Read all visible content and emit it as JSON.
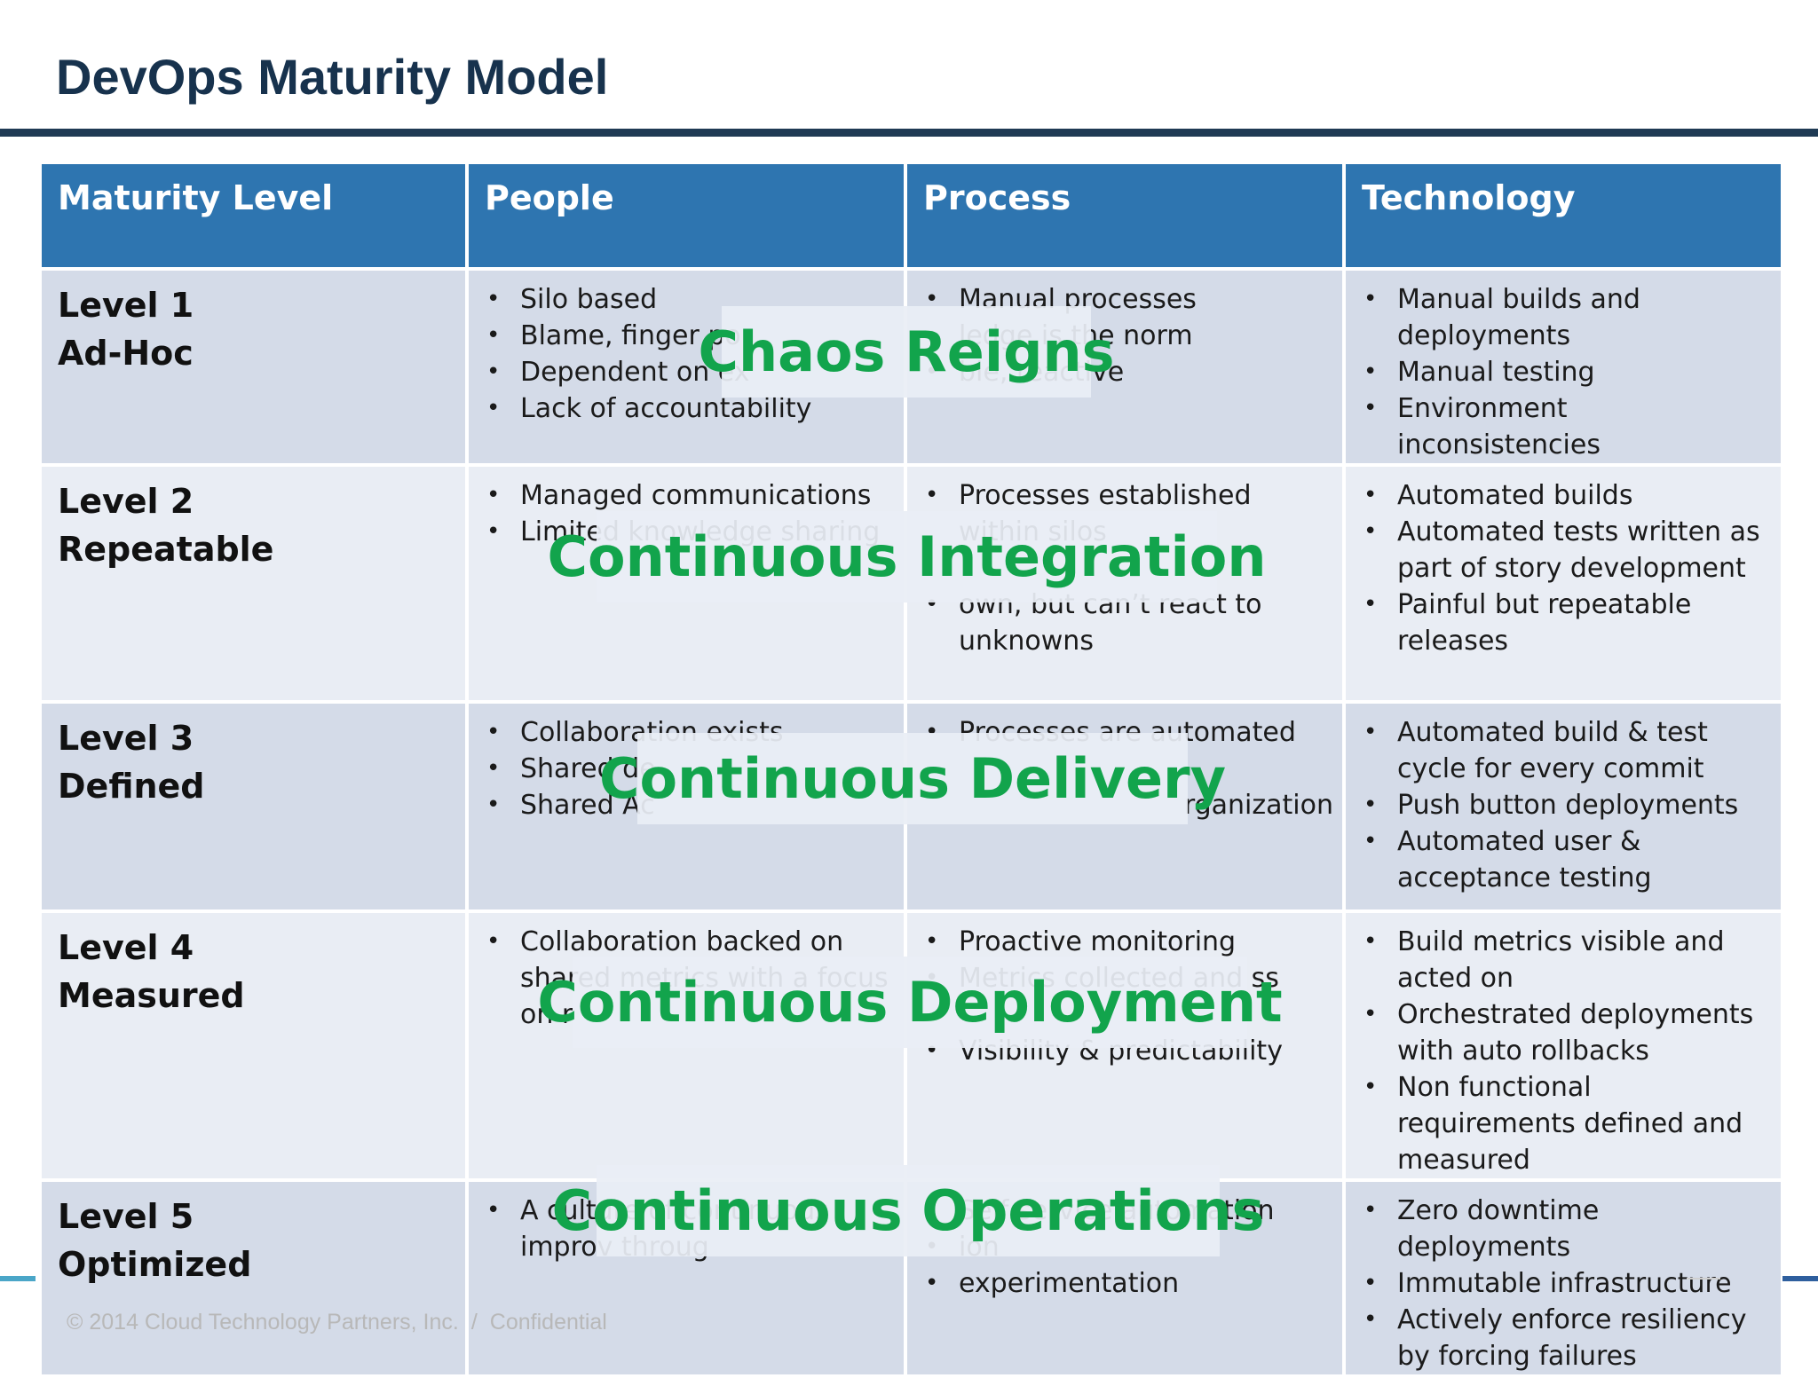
{
  "title": "DevOps Maturity Model",
  "headers": [
    "Maturity Level",
    "People",
    "Process",
    "Technology"
  ],
  "rows": [
    {
      "level": "Level 1",
      "name": "Ad-Hoc",
      "people": [
        "Silo based",
        "Blame, finger po",
        "Dependent on ex",
        "Lack of accountability"
      ],
      "process": [
        "Manual processes",
        "ledge is the norm",
        "ble, reactive"
      ],
      "technology": [
        "Manual builds and deployments",
        "Manual testing",
        "Environment inconsistencies"
      ]
    },
    {
      "level": "Level 2",
      "name": "Repeatable",
      "people": [
        "Managed communications",
        "Limited knowledge sharing"
      ],
      "process": [
        "Processes established within silos",
        "own, but can’t react to unknowns"
      ],
      "technology": [
        "Automated builds",
        "Automated tests written as part of story development",
        "Painful but repeatable releases"
      ]
    },
    {
      "level": "Level 3",
      "name": "Defined",
      "people": [
        "Collaboration exists",
        "Shared de",
        "Shared Ac"
      ],
      "process": [
        "Processes are automated",
        "rganization"
      ],
      "technology": [
        "Automated build & test cycle for every commit",
        "Push button deployments",
        "Automated user & acceptance testing"
      ]
    },
    {
      "level": "Level 4",
      "name": "Measured",
      "people": [
        "Collaboration backed on shared metrics with a focus on r"
      ],
      "process": [
        "Proactive monitoring",
        "Metrics collected and ss",
        "Visibility & predictability"
      ],
      "technology": [
        "Build metrics visible and acted on",
        "Orchestrated deployments with auto rollbacks",
        "Non functional requirements defined and measured"
      ]
    },
    {
      "level": "Level 5",
      "name": "Optimized",
      "people": [
        "A culture of continuous improv throug"
      ],
      "process": [
        "Self service automation",
        "ion",
        "experimentation"
      ],
      "technology": [
        "Zero downtime deployments",
        "Immutable infrastructure",
        "Actively enforce resiliency by forcing failures"
      ]
    }
  ],
  "overlays": {
    "chaos": "Chaos Reigns",
    "ci": "Continuous Integration",
    "cd": "Continuous Delivery",
    "deploy": "Continuous Deployment",
    "ops": "Continuous Operations"
  },
  "footer": {
    "copyright": "© 2014 Cloud Technology Partners, Inc.",
    "separator": "/",
    "confidential": "Confidential"
  }
}
